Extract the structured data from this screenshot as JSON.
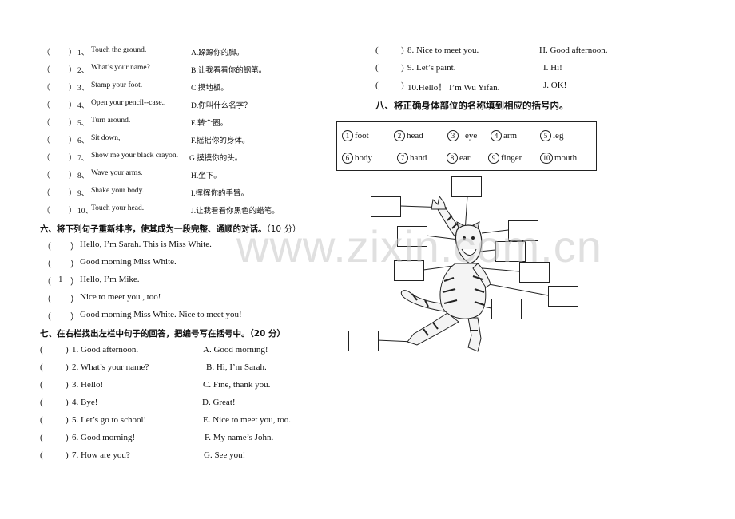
{
  "section5": {
    "items": [
      {
        "bracket": "（",
        "close": "）",
        "num": "1、",
        "en": "Touch the ground.",
        "cn": "A.跺跺你的脚。"
      },
      {
        "bracket": "（",
        "close": "）",
        "num": "2、",
        "en": "What’s your name?",
        "cn": "B.让我看看你的钢笔。"
      },
      {
        "bracket": "（",
        "close": "）",
        "num": "3、",
        "en": "Stamp your foot.",
        "cn": "C.摸地板。"
      },
      {
        "bracket": "（",
        "close": "）",
        "num": "4、",
        "en": "Open your pencil--case..",
        "cn": "D.你叫什么名字？"
      },
      {
        "bracket": "（",
        "close": "）",
        "num": "5、",
        "en": "Turn around.",
        "cn": "E.转个圈。"
      },
      {
        "bracket": "（",
        "close": "）",
        "num": "6、",
        "en": "Sit down,",
        "cn": "F.摇摇你的身体。"
      },
      {
        "bracket": "（",
        "close": "）",
        "num": "7、",
        "en": "Show me your black crayon.",
        "cn": "G.摸摸你的头。"
      },
      {
        "bracket": "（",
        "close": "）",
        "num": "8、",
        "en": "Wave your arms.",
        "cn": "H.坐下。"
      },
      {
        "bracket": "（",
        "close": "）",
        "num": "9、",
        "en": "Shake your body.",
        "cn": "I.挥挥你的手臂。"
      },
      {
        "bracket": "（",
        "close": "）",
        "num": "10、",
        "en": "Touch your head.",
        "cn": "J.让我看看你黑色的蜡笔。"
      }
    ]
  },
  "section6": {
    "title": "六、将下列句子重新排序，使其成为一段完整、通顺的对话。",
    "score": "（10 分）",
    "items": [
      {
        "open": "（",
        "ans": "",
        "close": "）",
        "text": "Hello, I’m Sarah. This is Miss White."
      },
      {
        "open": "（",
        "ans": "",
        "close": "）",
        "text": "Good morning Miss White."
      },
      {
        "open": "（",
        "ans": "1",
        "close": "）",
        "text": "Hello, I’m Mike."
      },
      {
        "open": "（",
        "ans": "",
        "close": "）",
        "text": "Nice to meet you , too!"
      },
      {
        "open": "（",
        "ans": "",
        "close": "）",
        "text": "Good morning Miss White. Nice to meet you!"
      }
    ]
  },
  "section7": {
    "title": "七、在右栏找出左栏中句子的回答，把编号写在括号中。",
    "score": "（20 分）",
    "items": [
      {
        "open": "(",
        "close": ")",
        "q": "1. Good afternoon.",
        "a": "A. Good morning!"
      },
      {
        "open": "(",
        "close": ")",
        "q": "2. What’s your name?",
        "a": "B. Hi, I’m Sarah."
      },
      {
        "open": "(",
        "close": ")",
        "q": "3. Hello!",
        "a": "C. Fine, thank you."
      },
      {
        "open": "(",
        "close": ")",
        "q": "4. Bye!",
        "a": "D. Great!"
      },
      {
        "open": "(",
        "close": ")",
        "q": "5. Let’s go to school!",
        "a": "E. Nice to meet you, too."
      },
      {
        "open": "(",
        "close": ")",
        "q": "6. Good morning!",
        "a": "F. My name’s John."
      },
      {
        "open": "(",
        "close": ")",
        "q": "7. How are you?",
        "a": "G. See you!"
      },
      {
        "open": "(",
        "close": ")",
        "q": "8. Nice to meet you.",
        "a": "H. Good afternoon."
      },
      {
        "open": "(",
        "close": ")",
        "q": "9. Let’s paint.",
        "a": "I. Hi!"
      },
      {
        "open": "(",
        "close": ")",
        "q": "10.Hello！ I’m Wu Yifan.",
        "a": "J. OK!"
      }
    ]
  },
  "section8": {
    "title": "八、将正确身体部位的名称填到相应的括号内。",
    "words": [
      {
        "n": "1",
        "w": "foot"
      },
      {
        "n": "2",
        "w": "head"
      },
      {
        "n": "3",
        "w": "eye"
      },
      {
        "n": "4",
        "w": "arm"
      },
      {
        "n": "5",
        "w": "leg"
      },
      {
        "n": "6",
        "w": "body"
      },
      {
        "n": "7",
        "w": "hand"
      },
      {
        "n": "8",
        "w": "ear"
      },
      {
        "n": "9",
        "w": "finger"
      },
      {
        "n": "10",
        "w": "mouth"
      }
    ]
  },
  "watermark": "www.zixin.com.cn",
  "colors": {
    "ink": "#111111",
    "watermark": "#c8c8c8"
  }
}
